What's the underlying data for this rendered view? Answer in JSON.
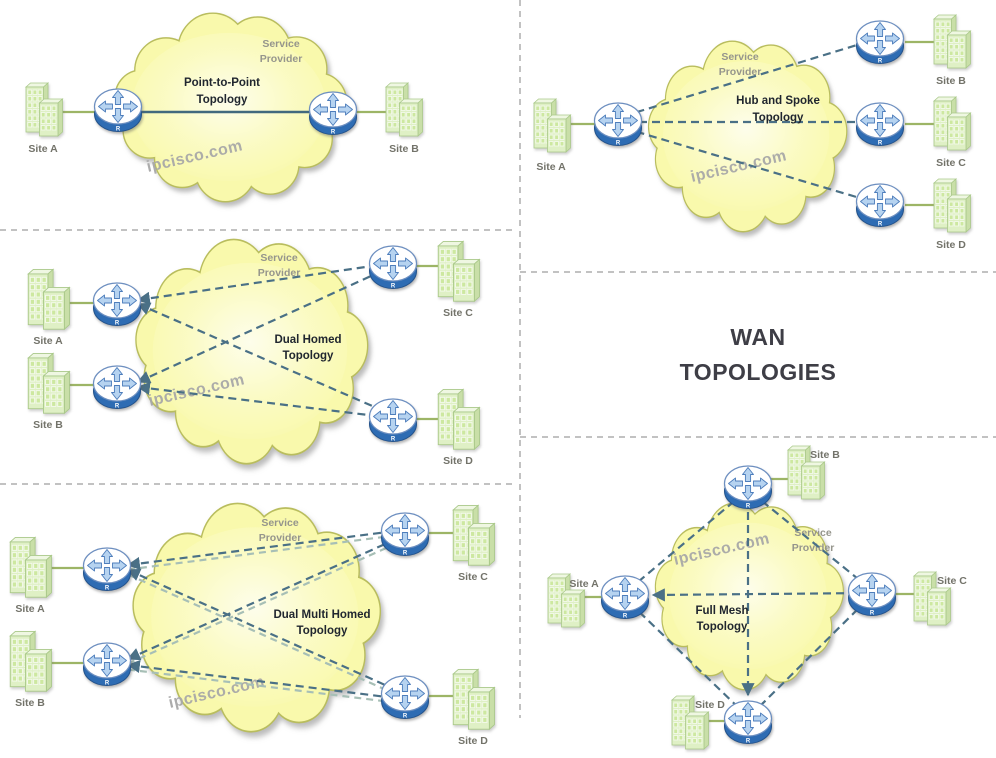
{
  "diagram_title": {
    "line1": "WAN",
    "line2": "TOPOLOGIES"
  },
  "watermark": "ipcisco.com",
  "cloud_label": {
    "line1": "Service",
    "line2": "Provider"
  },
  "router": {
    "letter": "R"
  },
  "panels": {
    "point_to_point": {
      "title_line1": "Point-to-Point",
      "title_line2": "Topology",
      "sites": {
        "a": "Site A",
        "b": "Site B"
      }
    },
    "hub_and_spoke": {
      "title_line1": "Hub and Spoke",
      "title_line2": "Topology",
      "sites": {
        "a": "Site A",
        "b": "Site B",
        "c": "Site C",
        "d": "Site D"
      }
    },
    "dual_homed": {
      "title_line1": "Dual Homed",
      "title_line2": "Topology",
      "sites": {
        "a": "Site A",
        "b": "Site B",
        "c": "Site C",
        "d": "Site D"
      }
    },
    "dual_multi_homed": {
      "title_line1": "Dual Multi Homed",
      "title_line2": "Topology",
      "sites": {
        "a": "Site A",
        "b": "Site B",
        "c": "Site C",
        "d": "Site D"
      }
    },
    "full_mesh": {
      "title_line1": "Full Mesh",
      "title_line2": "Topology",
      "sites": {
        "a": "Site A",
        "b": "Site B",
        "c": "Site C",
        "d": "Site D"
      }
    }
  },
  "colors": {
    "cloud_fill": "#f9f9ac",
    "cloud_outline": "#b9bd5e",
    "link_dark": "#4a7086",
    "link_light": "#a7bfb6",
    "link_solid": "#41697e",
    "building_green": "#dff0c5",
    "building_window": "#cde8a0",
    "building_link": "#9db566",
    "router_blue": "#2e6cb3",
    "router_arrow": "#b6d3f0",
    "site_label": "#73736a",
    "title_text": "#20262f",
    "service_provider_text": "#95958c",
    "watermark_gray": "#a8a8a8",
    "center_title_text": "#3e3e46",
    "separator_gray": "#adadad",
    "background": "#ffffff"
  }
}
